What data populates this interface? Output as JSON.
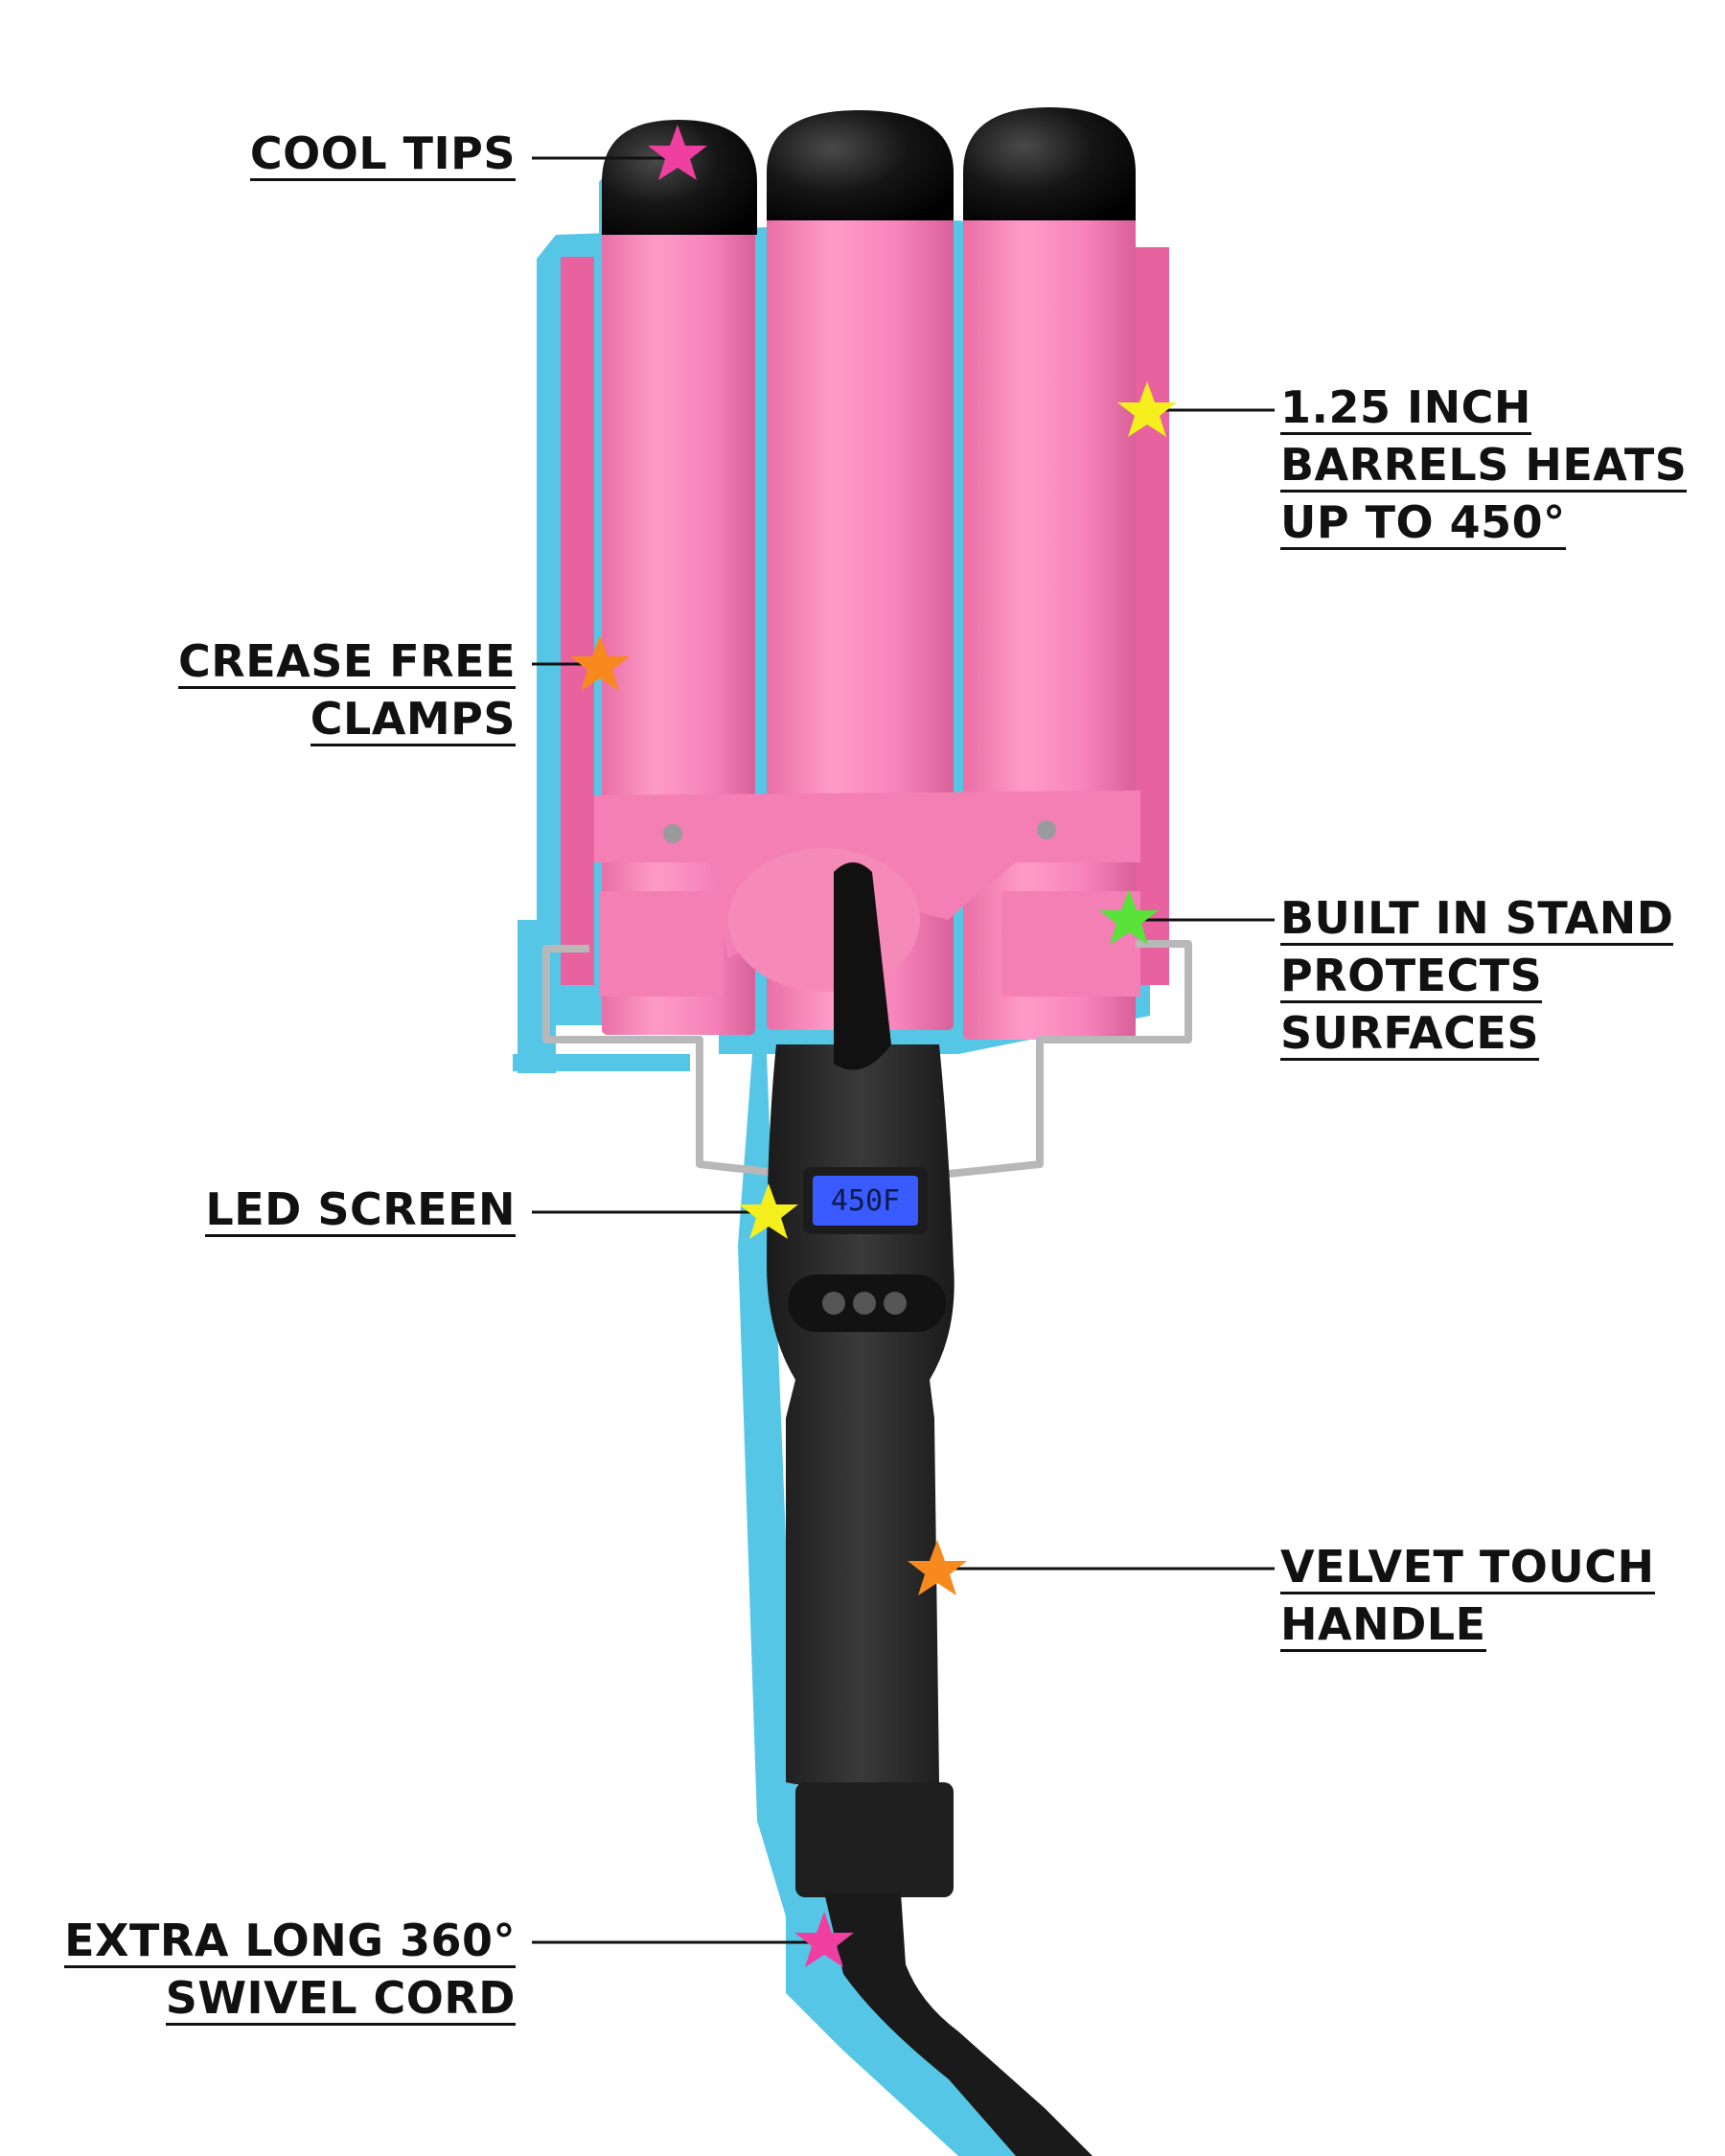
{
  "callouts": {
    "cool_tips": [
      "COOL TIPS"
    ],
    "barrels": [
      "1.25 INCH",
      "BARRELS HEATS",
      "UP TO 450°"
    ],
    "clamps": [
      "CREASE FREE",
      "CLAMPS"
    ],
    "stand": [
      "BUILT IN STAND",
      "PROTECTS",
      "SURFACES"
    ],
    "led": [
      "LED SCREEN"
    ],
    "handle": [
      "VELVET TOUCH",
      "HANDLE"
    ],
    "cord": [
      "EXTRA LONG 360°",
      "SWIVEL CORD"
    ]
  },
  "device": {
    "screen_text": "450F"
  },
  "colors": {
    "barrel_pink": "#f58ab9",
    "tip_black": "#111111",
    "handle_black": "#262626",
    "shadow_cyan": "#56c6e6",
    "screen_blue": "#3a5bff",
    "star_pink": "#ef3fa0",
    "star_yellow": "#f4ef1d",
    "star_orange": "#f7891e",
    "star_green": "#58e23a"
  },
  "icons": [
    "star-icon"
  ]
}
